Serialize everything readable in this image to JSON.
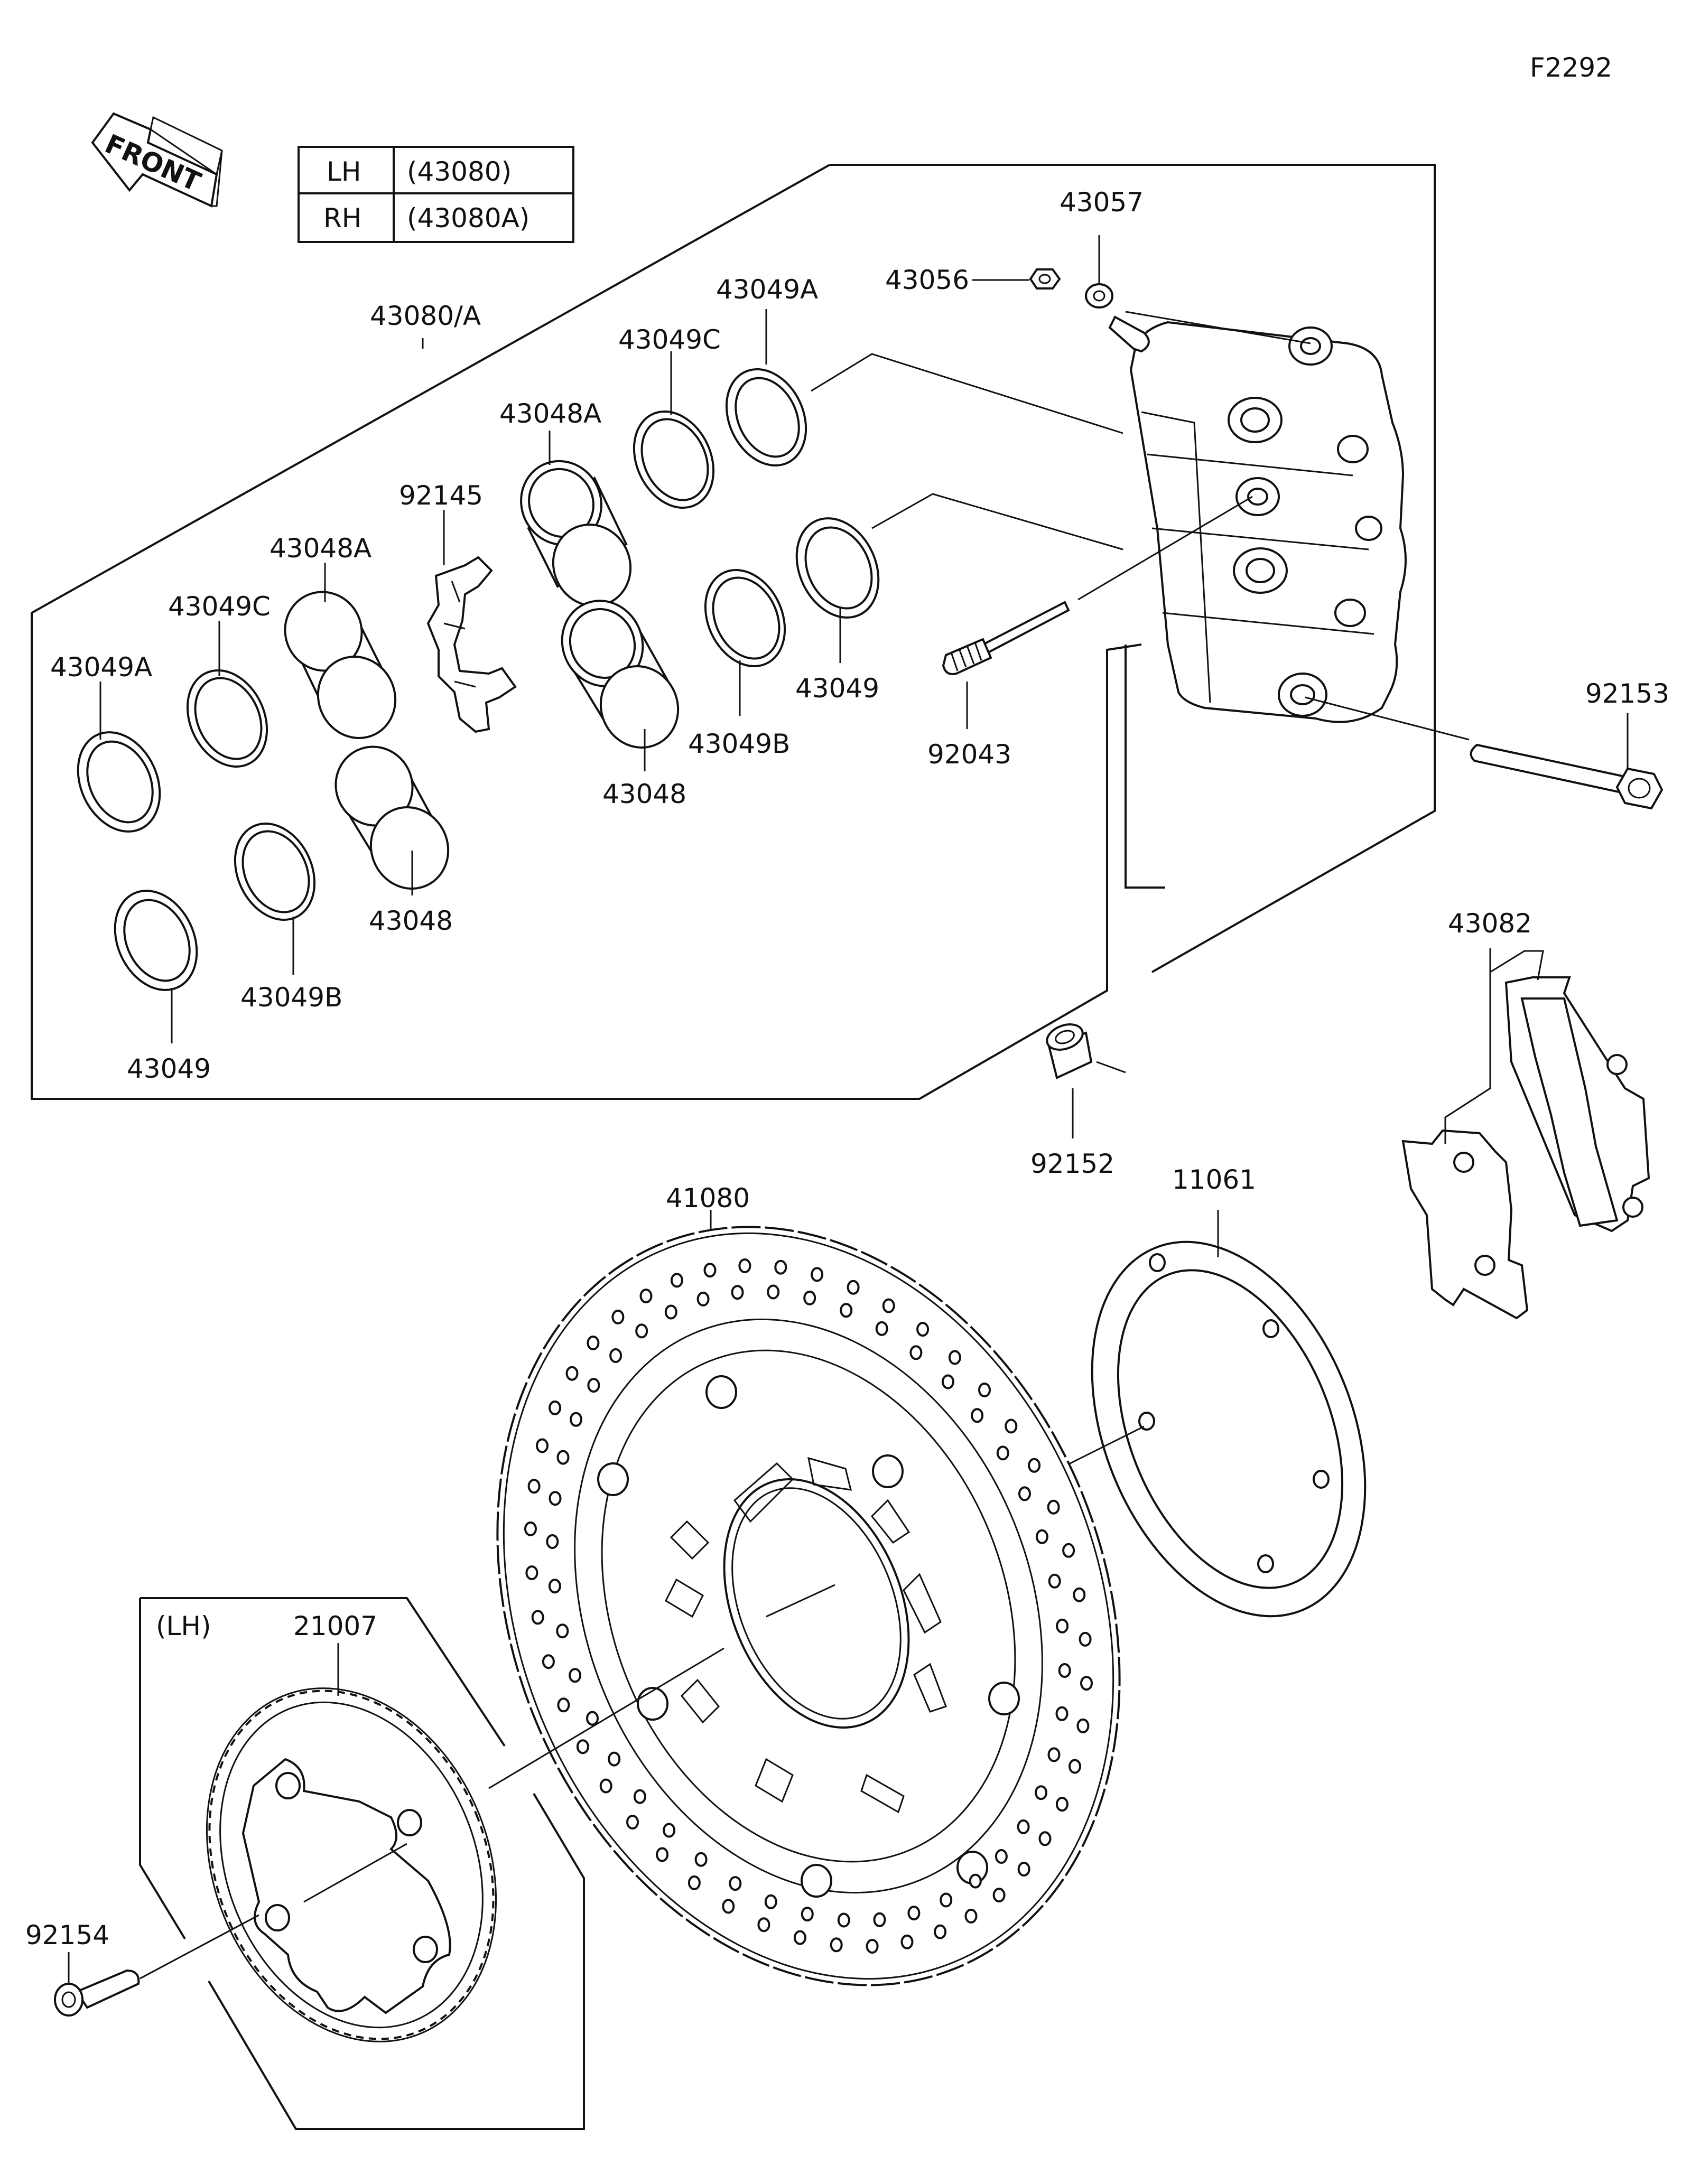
{
  "figure_code": "F2292",
  "front_label": "FRONT",
  "side_table": [
    {
      "side": "LH",
      "part": "(43080)"
    },
    {
      "side": "RH",
      "part": "(43080A)"
    }
  ],
  "lh_note": "(LH)",
  "callouts": {
    "caliper_assy": "43080/A",
    "seal_a_top": "43049A",
    "seal_c_top": "43049C",
    "piston_a_top": "43048A",
    "pad_spring": "92145",
    "piston_a_left": "43048A",
    "seal_c_left": "43049C",
    "seal_a_left": "43049A",
    "bleeder_cap": "43056",
    "bleeder_valve": "43057",
    "seal_right": "43049",
    "pin": "92043",
    "piston_center": "43048",
    "seal_b_center": "43049B",
    "piston_lower": "43048",
    "seal_b_lower": "43049B",
    "seal_lower": "43049",
    "caliper_bolt": "92153",
    "brake_pads": "43082",
    "spacer": "92152",
    "disc": "41080",
    "shim": "11061",
    "abs_rotor": "21007",
    "disc_bolt": "92154"
  }
}
